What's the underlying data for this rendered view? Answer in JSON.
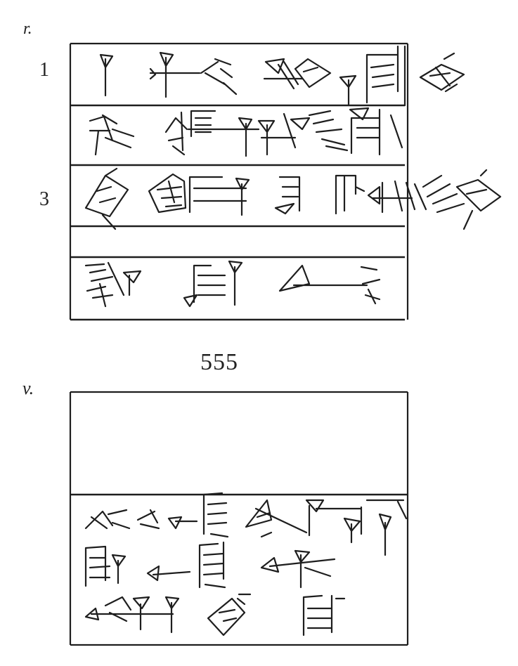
{
  "obverse": {
    "side_label": "r.",
    "line_numbers": [
      "1",
      "3"
    ]
  },
  "tablet_number": "555",
  "reverse": {
    "side_label": "v."
  }
}
